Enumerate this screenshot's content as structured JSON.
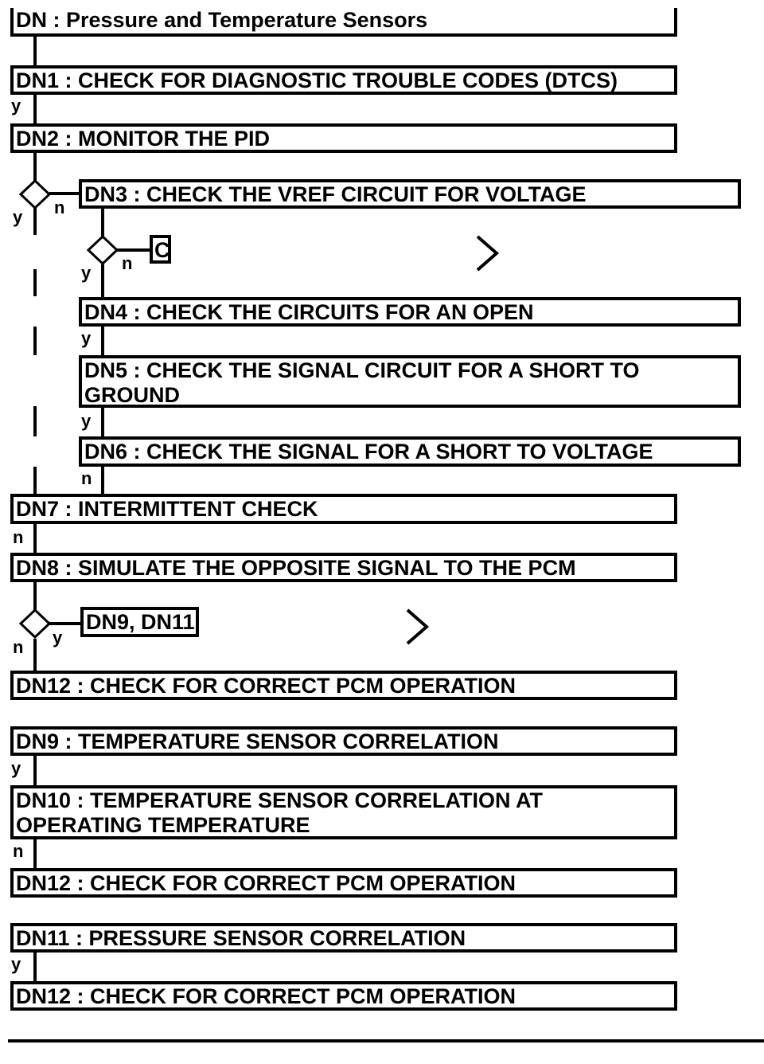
{
  "header": {
    "title": "DN : Pressure and Temperature Sensors"
  },
  "steps": {
    "dn1": "DN1 : CHECK FOR DIAGNOSTIC TROUBLE CODES (DTCS)",
    "dn2": "DN2 : MONITOR THE PID",
    "dn3": "DN3 : CHECK THE VREF CIRCUIT FOR VOLTAGE",
    "c": "C",
    "dn4": "DN4 : CHECK THE CIRCUITS FOR AN OPEN",
    "dn5": "DN5 : CHECK THE SIGNAL CIRCUIT FOR A SHORT TO GROUND",
    "dn6": "DN6 : CHECK THE SIGNAL FOR A SHORT TO VOLTAGE",
    "dn7": "DN7 : INTERMITTENT CHECK",
    "dn8": "DN8 : SIMULATE THE OPPOSITE SIGNAL TO THE PCM",
    "dn9_dn11": "DN9, DN11",
    "dn12": "DN12 : CHECK FOR CORRECT PCM OPERATION",
    "dn9": "DN9 : TEMPERATURE SENSOR CORRELATION",
    "dn10": "DN10 : TEMPERATURE SENSOR CORRELATION AT OPERATING TEMPERATURE",
    "dn11": "DN11 : PRESSURE SENSOR CORRELATION"
  },
  "labels": {
    "yes": "y",
    "no": "n"
  }
}
